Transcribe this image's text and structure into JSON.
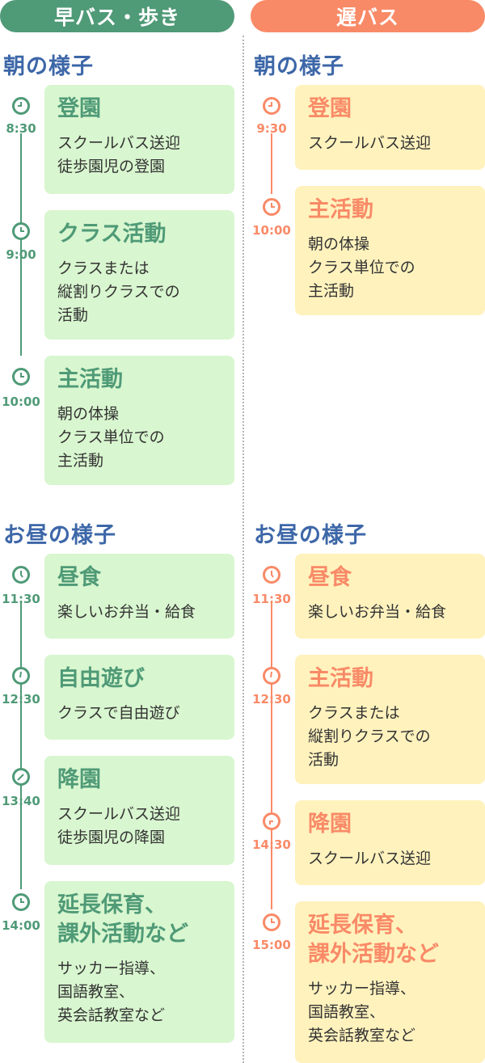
{
  "headers": {
    "left": "早バス・歩き",
    "right": "遅バス"
  },
  "sections": {
    "morning": "朝の様子",
    "noon": "お昼の様子"
  },
  "colors": {
    "green": "#4f9a77",
    "orange": "#f98a67",
    "green_card": "#d8f6cf",
    "orange_card": "#fff2bd",
    "section_title": "#3d67a8"
  },
  "left": {
    "morning": [
      {
        "time": "8:30",
        "title": "登園",
        "desc": "スクールバス送迎\n徒歩園児の登園"
      },
      {
        "time": "9:00",
        "title": "クラス活動",
        "desc": "クラスまたは\n縦割りクラスでの\n活動"
      },
      {
        "time": "10:00",
        "title": "主活動",
        "desc": "朝の体操\nクラス単位での\n主活動"
      }
    ],
    "noon": [
      {
        "time": "11:30",
        "title": "昼食",
        "desc": "楽しいお弁当・給食"
      },
      {
        "time": "12:30",
        "title": "自由遊び",
        "desc": "クラスで自由遊び"
      },
      {
        "time": "13:40",
        "title": "降園",
        "desc": "スクールバス送迎\n徒歩園児の降園"
      },
      {
        "time": "14:00",
        "title": "延長保育、\n課外活動など",
        "desc": "サッカー指導、\n国語教室、\n英会話教室など"
      }
    ]
  },
  "right": {
    "morning": [
      {
        "time": "9:30",
        "title": "登園",
        "desc": "スクールバス送迎"
      },
      {
        "time": "10:00",
        "title": "主活動",
        "desc": "朝の体操\nクラス単位での\n主活動"
      }
    ],
    "noon": [
      {
        "time": "11:30",
        "title": "昼食",
        "desc": "楽しいお弁当・給食"
      },
      {
        "time": "12:30",
        "title": "主活動",
        "desc": "クラスまたは\n縦割りクラスでの\n活動"
      },
      {
        "time": "14:30",
        "title": "降園",
        "desc": "スクールバス送迎"
      },
      {
        "time": "15:00",
        "title": "延長保育、\n課外活動など",
        "desc": "サッカー指導、\n国語教室、\n英会話教室など"
      }
    ]
  }
}
